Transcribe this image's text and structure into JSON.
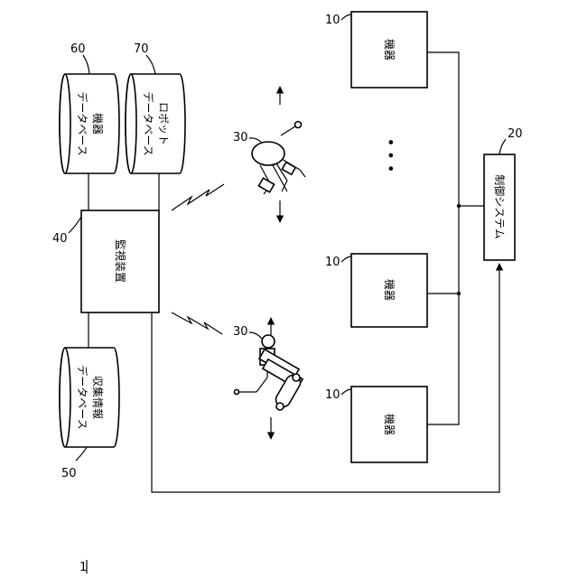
{
  "figure_label": "1",
  "nodes": {
    "device_left": {
      "ref": "10",
      "label": "機器"
    },
    "device_middle": {
      "ref": "10",
      "label": "機器"
    },
    "device_top": {
      "ref": "10",
      "label": "機器"
    },
    "ellipsis": "• • •",
    "control_system": {
      "ref": "20",
      "label": "制御システム"
    },
    "monitoring_device": {
      "ref": "40",
      "label": "監視装置"
    },
    "collected_info_db": {
      "ref": "50",
      "line1": "収集情報",
      "line2": "データベース"
    },
    "device_db": {
      "ref": "60",
      "line1": "機器",
      "line2": "データベース"
    },
    "robot_db": {
      "ref": "70",
      "line1": "ロボット",
      "line2": "データベース"
    },
    "robot_crawler": {
      "ref": "30"
    },
    "robot_quadruped": {
      "ref": "30"
    }
  }
}
